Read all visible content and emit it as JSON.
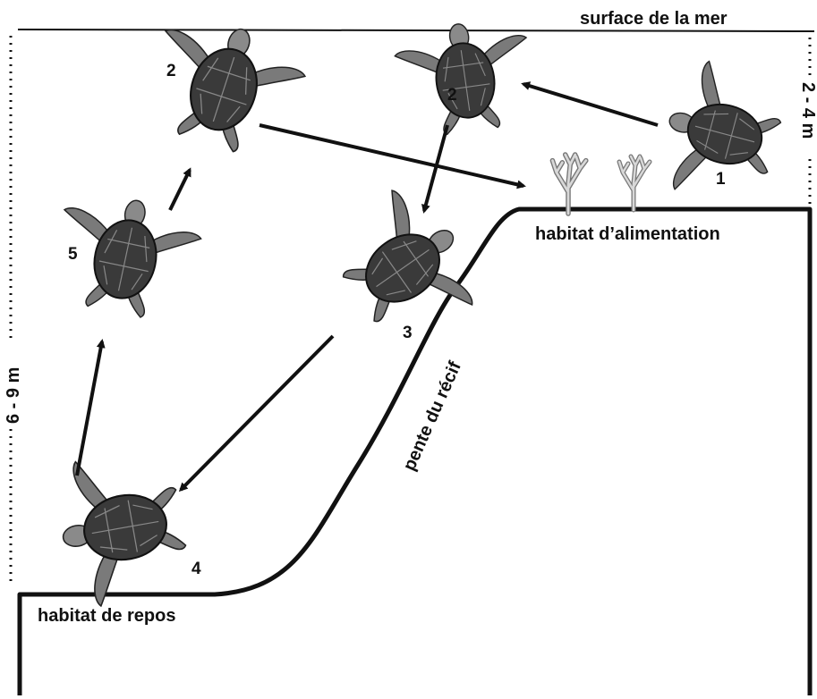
{
  "labels": {
    "sea_surface": "surface de la mer",
    "feeding_habitat": "habitat d’alimentation",
    "resting_habitat": "habitat de repos",
    "reef_slope": "pente du récif",
    "depth_shallow": "2 - 4 m",
    "depth_deep": "6 - 9 m"
  },
  "turtles": [
    {
      "id": "turtle-top-left",
      "number": "2"
    },
    {
      "id": "turtle-top-middle",
      "number": "2"
    },
    {
      "id": "turtle-right",
      "number": "1"
    },
    {
      "id": "turtle-middle",
      "number": "3"
    },
    {
      "id": "turtle-bottom-left",
      "number": "4"
    },
    {
      "id": "turtle-left",
      "number": "5"
    }
  ],
  "movement_sequence": [
    "1",
    "2",
    "3",
    "4",
    "5",
    "2"
  ],
  "icons": [
    "sea-turtle-icon",
    "coral-icon",
    "arrow-icon"
  ],
  "colors": {
    "ink": "#111111",
    "turtle_shell": "#3a3a3a",
    "turtle_flipper": "#7a7a7a",
    "coral": "#bdbdbd",
    "background": "#ffffff"
  }
}
